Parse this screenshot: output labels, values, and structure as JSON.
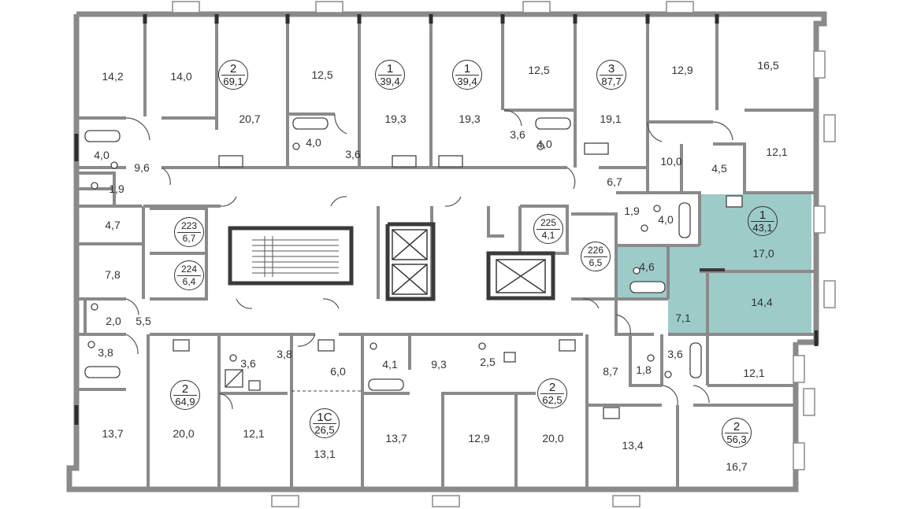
{
  "plan": {
    "highlight_color": "#9dcbc8",
    "wall_color": "#8a8a8a",
    "apartments": [
      {
        "id": "apt-2-top-left",
        "rooms": "2",
        "area": "69,1",
        "highlighted": false
      },
      {
        "id": "apt-1-top-a",
        "rooms": "1",
        "area": "39,4",
        "highlighted": false
      },
      {
        "id": "apt-1-top-b",
        "rooms": "1",
        "area": "39,4",
        "highlighted": false
      },
      {
        "id": "apt-3-top",
        "rooms": "3",
        "area": "87,7",
        "highlighted": false
      },
      {
        "id": "apt-1-right",
        "rooms": "1",
        "area": "43,1",
        "highlighted": true
      },
      {
        "id": "apt-2-bottom-left",
        "rooms": "2",
        "area": "64,9",
        "highlighted": false
      },
      {
        "id": "apt-1c-bottom",
        "rooms": "1С",
        "area": "26,5",
        "highlighted": false
      },
      {
        "id": "apt-2-bottom-mid",
        "rooms": "2",
        "area": "62,5",
        "highlighted": false
      },
      {
        "id": "apt-2-bottom-right",
        "rooms": "2",
        "area": "56,3",
        "highlighted": false
      }
    ],
    "service_rooms": [
      {
        "id": "room-223",
        "number": "223",
        "area": "6,7"
      },
      {
        "id": "room-224",
        "number": "224",
        "area": "6,4"
      },
      {
        "id": "room-225",
        "number": "225",
        "area": "4,1"
      },
      {
        "id": "room-226",
        "number": "226",
        "area": "6,5"
      }
    ],
    "room_areas": [
      "14,2",
      "14,0",
      "20,7",
      "12,5",
      "19,3",
      "19,3",
      "12,5",
      "19,1",
      "12,9",
      "16,5",
      "4,0",
      "9,6",
      "1,9",
      "4,0",
      "3,6",
      "3,6",
      "4,0",
      "10,0",
      "4,5",
      "12,1",
      "6,7",
      "1,9",
      "4,0",
      "17,0",
      "4,7",
      "7,8",
      "4,6",
      "14,4",
      "7,1",
      "2,0",
      "5,5",
      "3,8",
      "3,6",
      "3,8",
      "6,0",
      "4,1",
      "9,3",
      "2,5",
      "8,7",
      "1,8",
      "3,6",
      "12,1",
      "13,7",
      "20,0",
      "12,1",
      "13,1",
      "13,7",
      "12,9",
      "20,0",
      "13,4",
      "16,7"
    ]
  }
}
